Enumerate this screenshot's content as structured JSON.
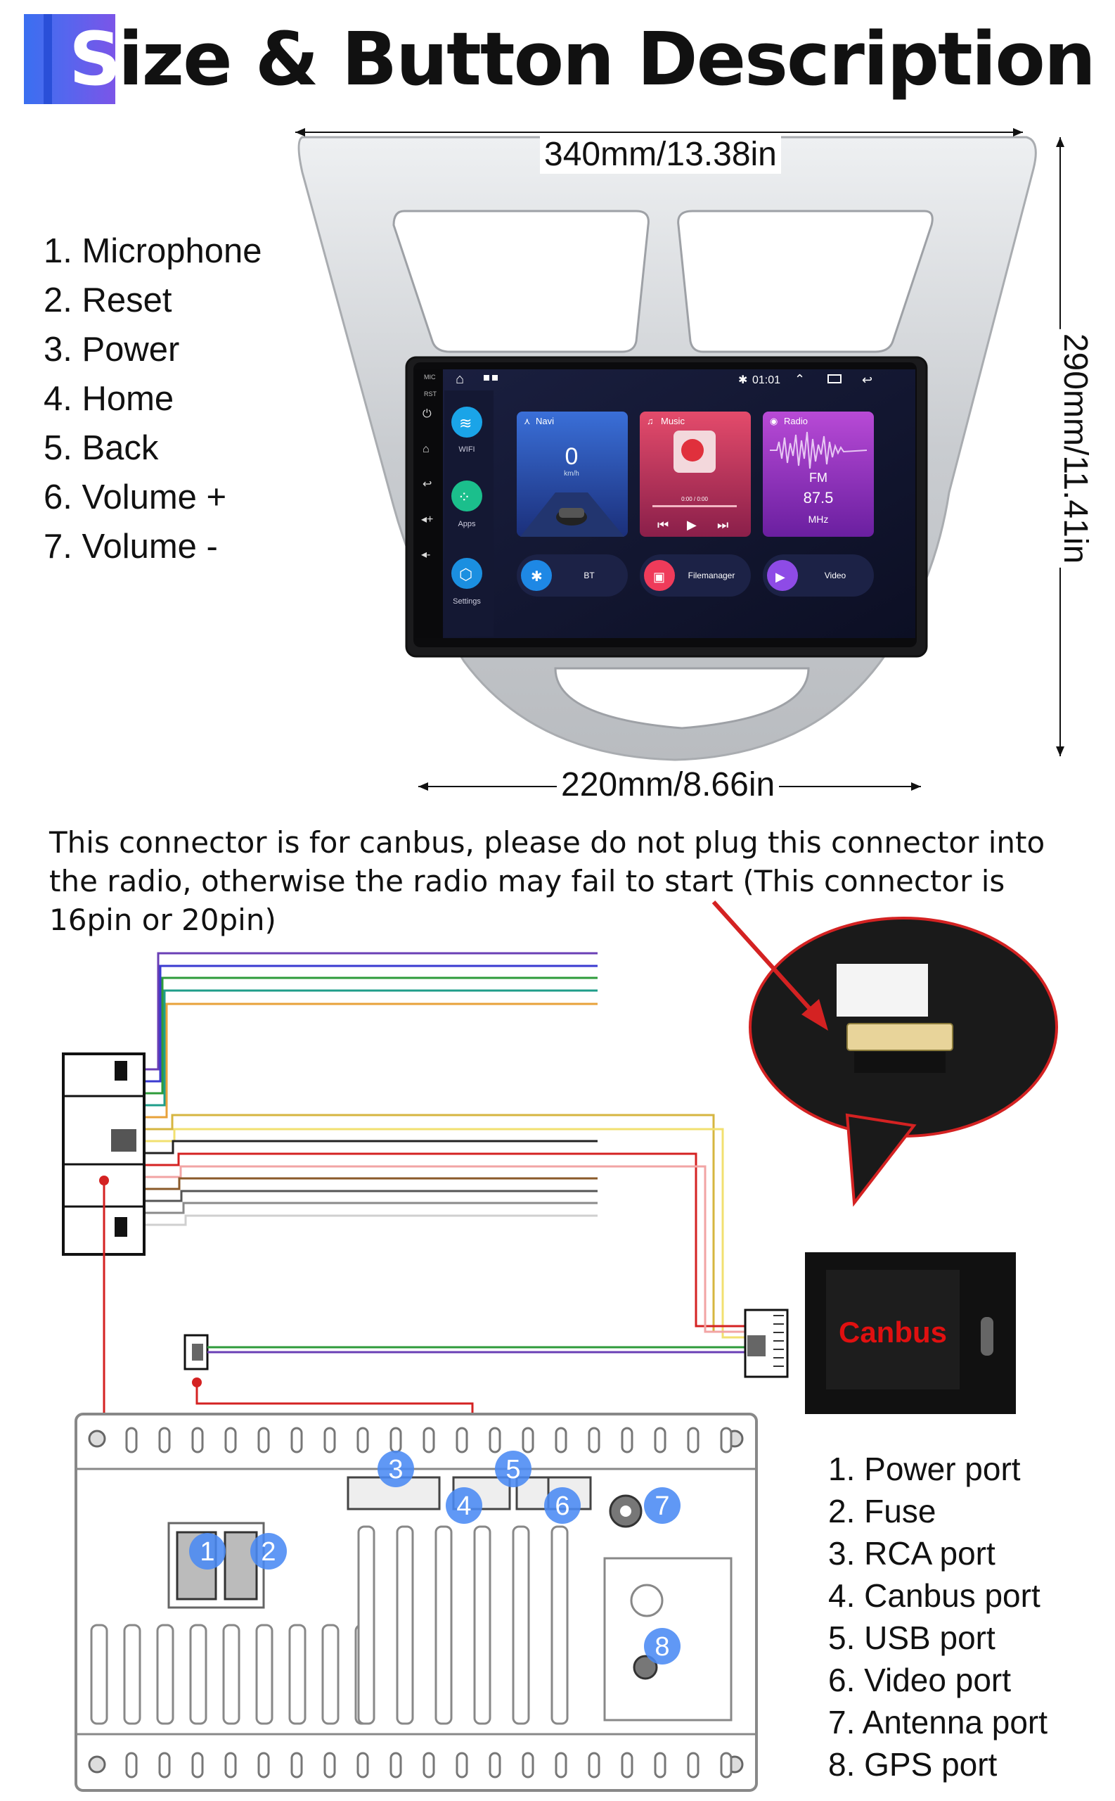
{
  "title": {
    "first_letter": "S",
    "rest": "ize & Button Description"
  },
  "dimensions": {
    "width_top": "340mm/13.38in",
    "height_side": "290mm/11.41in",
    "width_bottom": "220mm/8.66in"
  },
  "buttons": [
    "1. Microphone",
    "2. Reset",
    "3. Power",
    "4. Home",
    "5. Back",
    "6. Volume +",
    "7. Volume -"
  ],
  "screen": {
    "side_labels": [
      "MIC",
      "RST"
    ],
    "status_time": "01:01",
    "apps": [
      {
        "label": "WIFI",
        "color": "#1aa4e8"
      },
      {
        "label": "Apps",
        "color": "#1bbf8c"
      },
      {
        "label": "Settings",
        "color": "#1b8fe0"
      }
    ],
    "cards": {
      "navi": {
        "title": "Navi",
        "speed": "0",
        "unit": "km/h"
      },
      "music": {
        "title": "Music",
        "time": "0:00 / 0:00"
      },
      "radio": {
        "title": "Radio",
        "band": "FM",
        "freq": "87.5",
        "unit": "MHz"
      }
    },
    "shortcuts": [
      {
        "label": "BT",
        "color": "#1e88e5"
      },
      {
        "label": "Filemanager",
        "color": "#ef3b5a"
      },
      {
        "label": "Video",
        "color": "#8e4be6"
      }
    ]
  },
  "note": {
    "lines": [
      "This connector is for canbus, please do not plug this connector into",
      "the radio, otherwise the radio may fail to start (This connector is",
      "16pin or 20pin)"
    ]
  },
  "canbus_label": "Canbus",
  "wires": [
    {
      "color": "#6a3fb5"
    },
    {
      "color": "#3a3ad0"
    },
    {
      "color": "#2e9b3a"
    },
    {
      "color": "#1f9e8a"
    },
    {
      "color": "#e8a23a"
    },
    {
      "color": "#d6b640"
    },
    {
      "color": "#f2e070"
    },
    {
      "color": "#222222"
    },
    {
      "color": "#d42222"
    },
    {
      "color": "#f2a4a4"
    },
    {
      "color": "#8a5a2a"
    },
    {
      "color": "#555555"
    },
    {
      "color": "#8a8a8a"
    },
    {
      "color": "#cfcfcf"
    }
  ],
  "ports": [
    "1. Power port",
    "2. Fuse",
    "3. RCA port",
    "4. Canbus port",
    "5. USB port",
    "6. Video port",
    "7. Antenna port",
    "8. GPS port"
  ],
  "port_markers": [
    "1",
    "2",
    "3",
    "4",
    "5",
    "6",
    "7",
    "8"
  ],
  "colors": {
    "accent_blue": "#3a6ff0",
    "marker_blue": "#4a8af4",
    "red_wire": "#d42222",
    "canbus_text": "#e01010"
  }
}
